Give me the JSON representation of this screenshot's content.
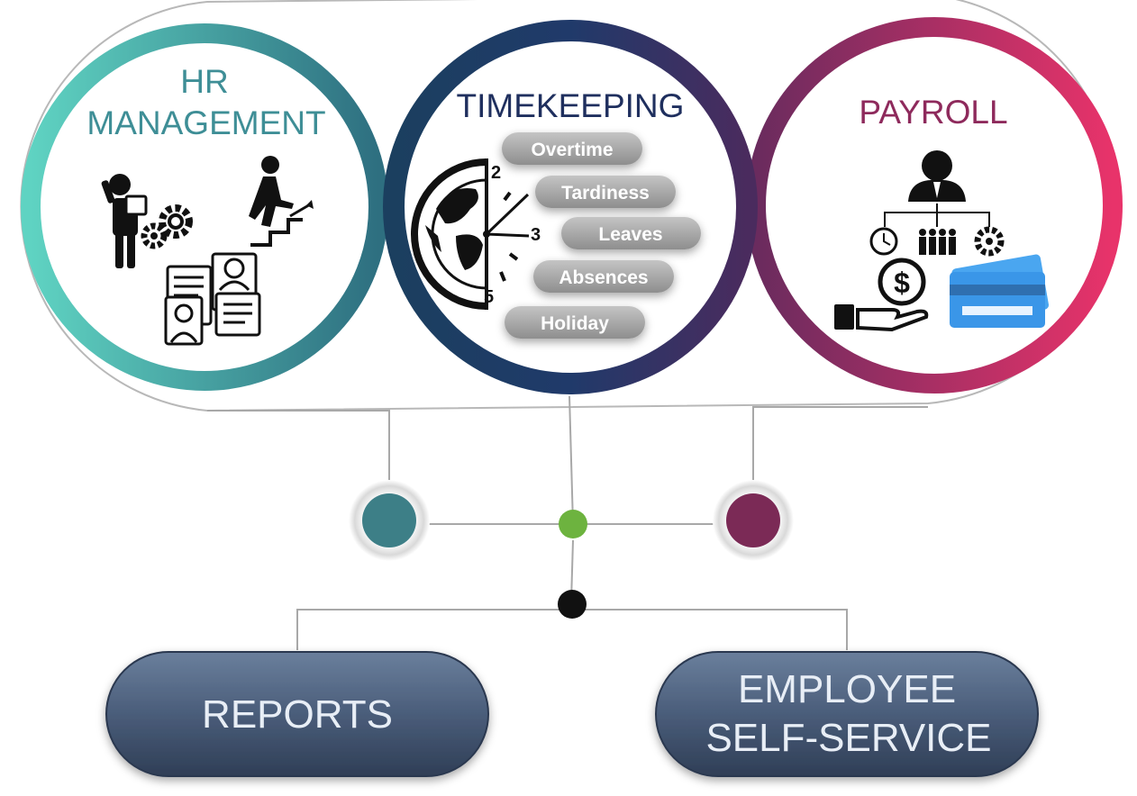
{
  "hr": {
    "title_line1": "HR",
    "title_line2": "MANAGEMENT",
    "color": "#3e8e96"
  },
  "timekeeping": {
    "title": "TIMEKEEPING",
    "color": "#1f2f5e",
    "items": [
      "Overtime",
      "Tardiness",
      "Leaves",
      "Absences",
      "Holiday"
    ],
    "clock_numbers": [
      "2",
      "3",
      "5"
    ]
  },
  "payroll": {
    "title": "PAYROLL",
    "color": "#8e2a5c",
    "dollar_symbol": "$"
  },
  "reports_button": {
    "label": "REPORTS"
  },
  "ess_button": {
    "label_line1": "EMPLOYEE",
    "label_line2": "SELF-SERVICE"
  },
  "colors": {
    "teal": "#3d7f87",
    "green": "#6db33f",
    "plum": "#7b2a56",
    "button": "#4a5d7a",
    "pill": "#a8a8a8",
    "card": "#3a96e8"
  }
}
